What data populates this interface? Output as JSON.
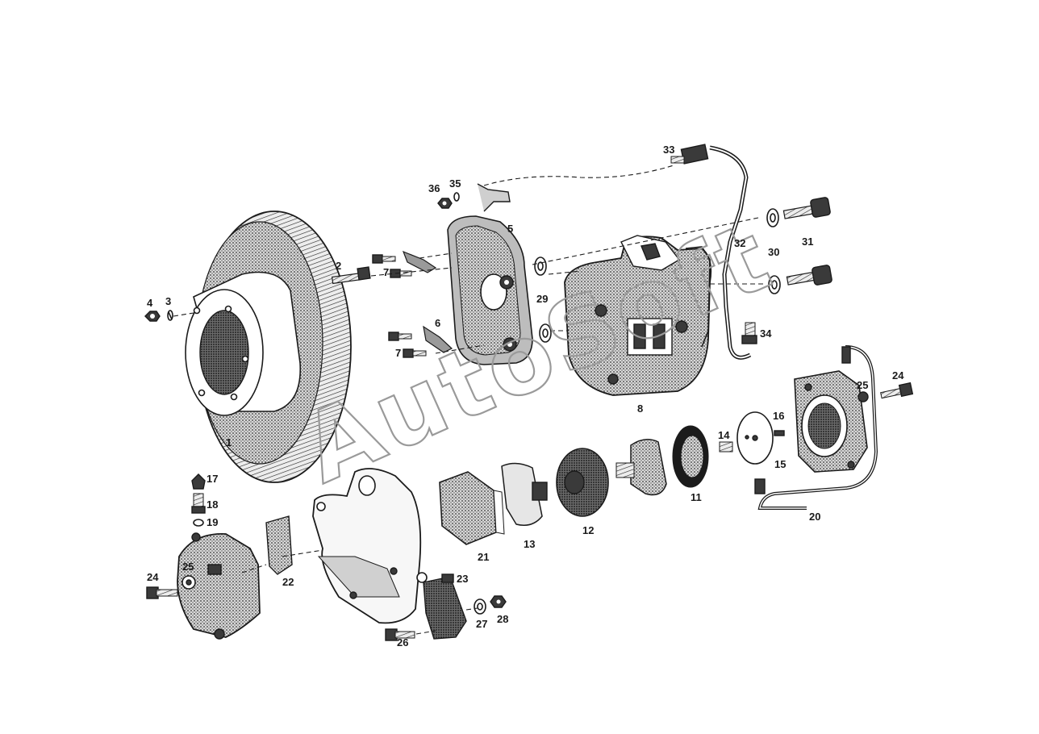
{
  "diagram": {
    "watermark": "AutoSoft",
    "part_labels": {
      "p1": "1",
      "p2": "2",
      "p3": "3",
      "p4": "4",
      "p5": "5",
      "p6": "6",
      "p7a": "7",
      "p7b": "7",
      "p8": "8",
      "p11": "11",
      "p12": "12",
      "p13": "13",
      "p14": "14",
      "p15": "15",
      "p16": "16",
      "p17": "17",
      "p18": "18",
      "p19": "19",
      "p20": "20",
      "p21": "21",
      "p22": "22",
      "p23": "23",
      "p24a": "24",
      "p24b": "24",
      "p25a": "25",
      "p25b": "25",
      "p26": "26",
      "p27": "27",
      "p28": "28",
      "p29": "29",
      "p30": "30",
      "p31": "31",
      "p32": "32",
      "p33": "33",
      "p34": "34",
      "p35": "35",
      "p36": "36"
    }
  }
}
